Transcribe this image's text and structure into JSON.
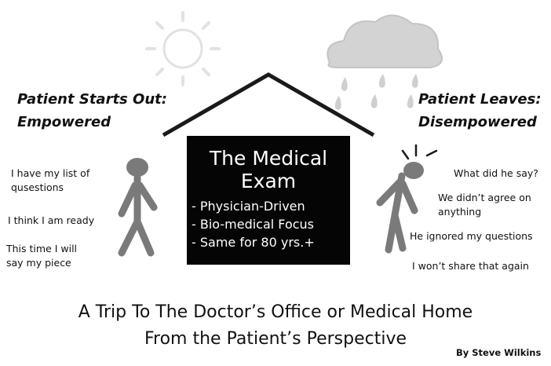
{
  "left_panel": {
    "heading_line1": "Patient Starts Out:",
    "heading_line2": "Empowered",
    "thoughts": [
      "I have my list of\nqusestions",
      "I think I am ready",
      "This time I will\nsay my piece"
    ]
  },
  "right_panel": {
    "heading_line1": "Patient Leaves:",
    "heading_line2": "Disempowered",
    "thoughts": [
      "What did he say?",
      "We didn’t agree on\nanything",
      "He ignored my questions",
      "I won’t share that again"
    ]
  },
  "exam": {
    "title": "The Medical\nExam",
    "items": [
      "- Physician-Driven",
      "- Bio-medical Focus",
      "- Same for 80 yrs.+"
    ]
  },
  "caption": {
    "line1": "A Trip To The Doctor’s Office or Medical Home",
    "line2": "From the Patient’s Perspective"
  },
  "author": "By Steve Wilkins",
  "colors": {
    "figure": "#7a7a7a",
    "sun": "#e2e2e2",
    "cloud": "#cfcfcf",
    "box": "#050505"
  },
  "icons": [
    "sun-icon",
    "rain-cloud-icon",
    "house-roof-icon",
    "standing-person-icon",
    "slumped-person-icon"
  ]
}
